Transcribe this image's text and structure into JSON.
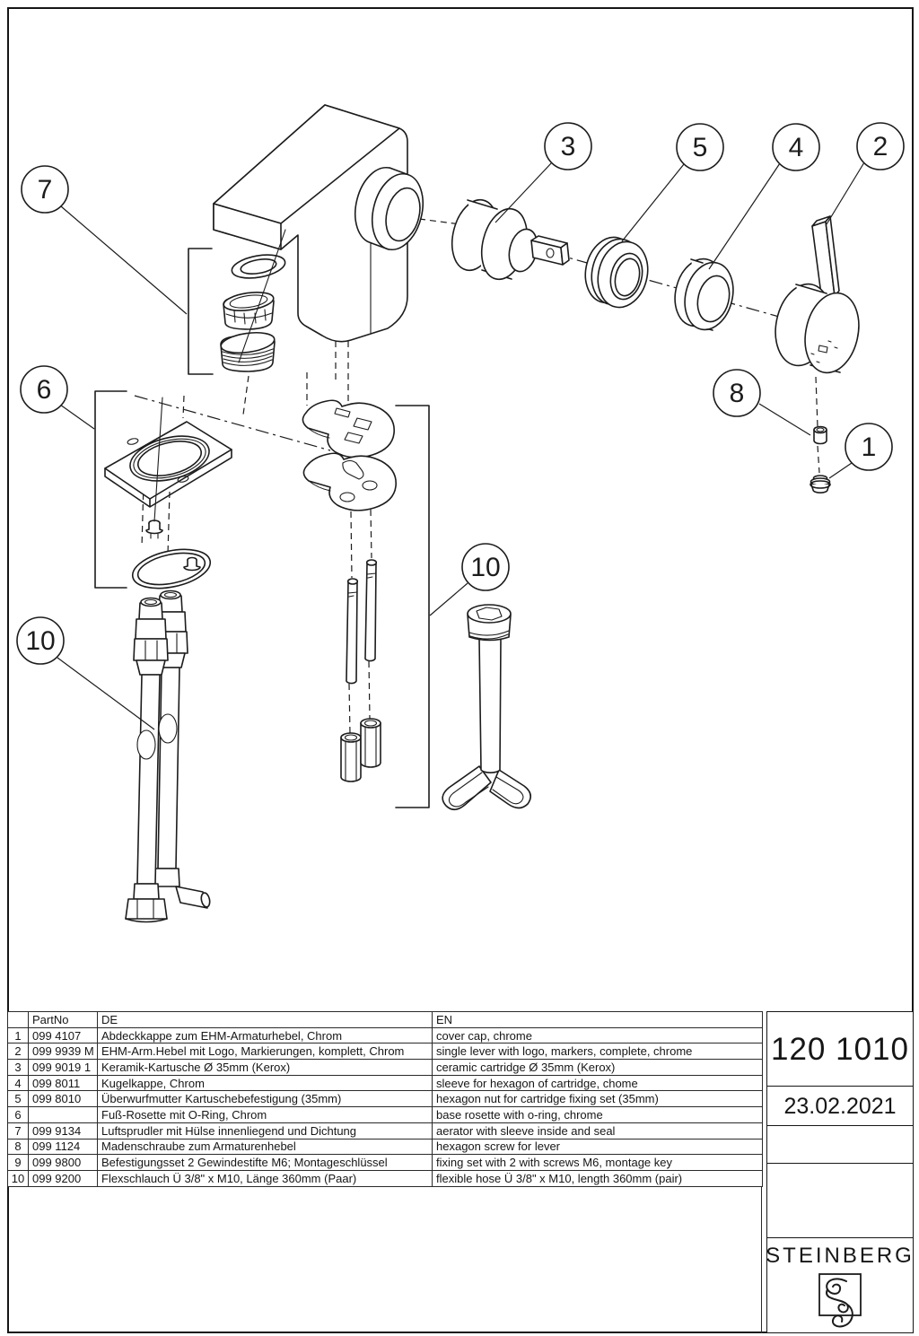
{
  "title_block": {
    "drawing_number": "120 1010",
    "date": "23.02.2021",
    "brand": "STEINBERG"
  },
  "callouts": {
    "c1": "1",
    "c2": "2",
    "c3": "3",
    "c4": "4",
    "c5": "5",
    "c6": "6",
    "c7": "7",
    "c8": "8",
    "c10_left": "10",
    "c10_mid": "10"
  },
  "parts_table": {
    "headers": {
      "no": "",
      "part_no": "PartNo",
      "de": "DE",
      "en": "EN"
    },
    "rows": [
      {
        "no": "1",
        "part_no": "099 4107",
        "de": "Abdeckkappe zum EHM-Armaturhebel, Chrom",
        "en": "cover cap, chrome"
      },
      {
        "no": "2",
        "part_no": "099 9939 M",
        "de": "EHM-Arm.Hebel mit Logo, Markierungen, komplett, Chrom",
        "en": "single lever with logo, markers, complete, chrome"
      },
      {
        "no": "3",
        "part_no": "099 9019 1",
        "de": "Keramik-Kartusche Ø 35mm (Kerox)",
        "en": "ceramic cartridge Ø 35mm (Kerox)"
      },
      {
        "no": "4",
        "part_no": "099 8011",
        "de": "Kugelkappe, Chrom",
        "en": "sleeve for hexagon of cartridge, chome"
      },
      {
        "no": "5",
        "part_no": "099 8010",
        "de": "Überwurfmutter Kartuschebefestigung (35mm)",
        "en": "hexagon nut for cartridge fixing set (35mm)"
      },
      {
        "no": "6",
        "part_no": "",
        "de": "Fuß-Rosette mit O-Ring, Chrom",
        "en": "base rosette with o-ring, chrome"
      },
      {
        "no": "7",
        "part_no": "099 9134",
        "de": "Luftsprudler mit Hülse innenliegend und Dichtung",
        "en": "aerator with sleeve inside and seal"
      },
      {
        "no": "8",
        "part_no": "099 1124",
        "de": "Madenschraube zum Armaturenhebel",
        "en": "hexagon screw for lever"
      },
      {
        "no": "9",
        "part_no": "099 9800",
        "de": "Befestigungsset 2 Gewindestifte M6; Montageschlüssel",
        "en": "fixing set with 2 with screws M6, montage key"
      },
      {
        "no": "10",
        "part_no": "099 9200",
        "de": "Flexschlauch Ü 3/8\" x M10, Länge 360mm (Paar)",
        "en": "flexible hose Ü 3/8\" x M10, length 360mm (pair)"
      }
    ]
  }
}
